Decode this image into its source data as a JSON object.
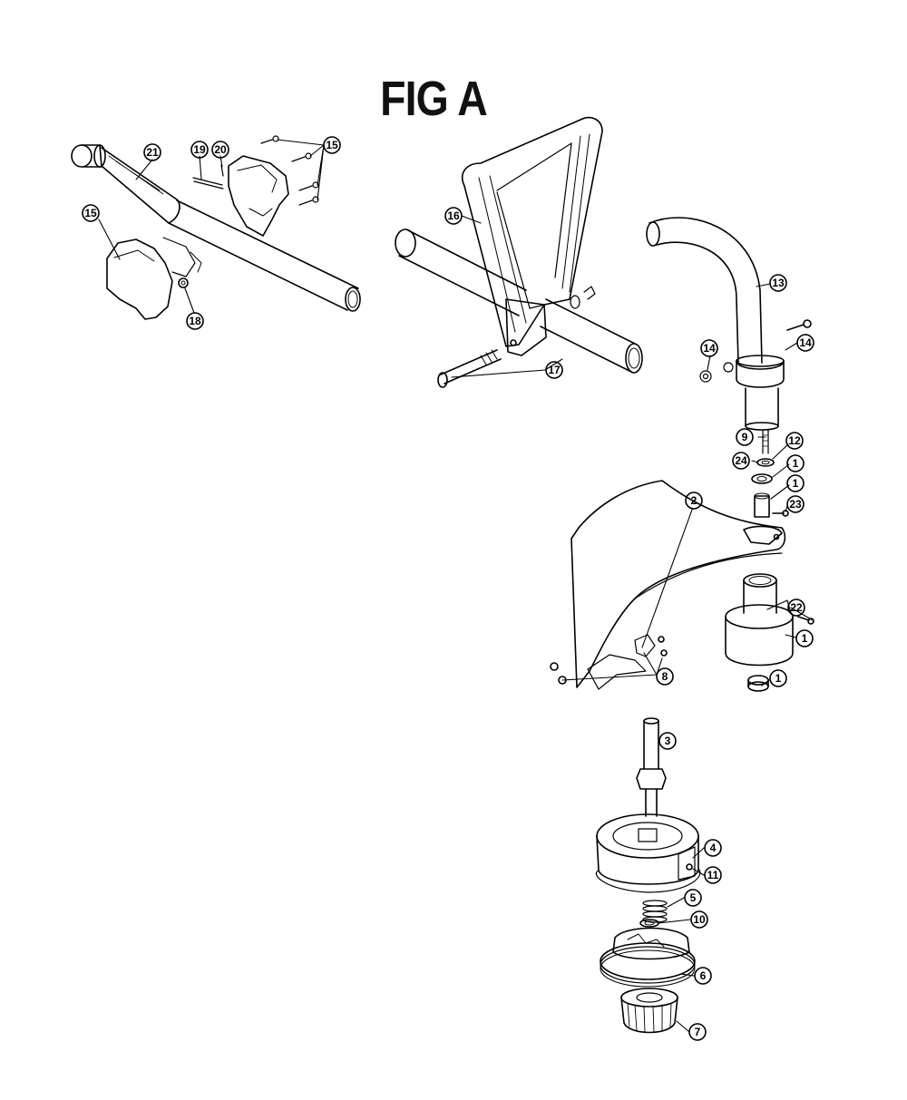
{
  "figure": {
    "title": "FIG A"
  },
  "callouts": [
    {
      "id": "c21",
      "label": "21"
    },
    {
      "id": "c19",
      "label": "19"
    },
    {
      "id": "c20",
      "label": "20"
    },
    {
      "id": "c15a",
      "label": "15"
    },
    {
      "id": "c15b",
      "label": "15"
    },
    {
      "id": "c18",
      "label": "18"
    },
    {
      "id": "c16",
      "label": "16"
    },
    {
      "id": "c17",
      "label": "17"
    },
    {
      "id": "c13",
      "label": "13"
    },
    {
      "id": "c14a",
      "label": "14"
    },
    {
      "id": "c14b",
      "label": "14"
    },
    {
      "id": "c9",
      "label": "9"
    },
    {
      "id": "c12",
      "label": "12"
    },
    {
      "id": "c24",
      "label": "24"
    },
    {
      "id": "c1a",
      "label": "1"
    },
    {
      "id": "c1b",
      "label": "1"
    },
    {
      "id": "c23",
      "label": "23"
    },
    {
      "id": "c2",
      "label": "2"
    },
    {
      "id": "c22",
      "label": "22"
    },
    {
      "id": "c1c",
      "label": "1"
    },
    {
      "id": "c8",
      "label": "8"
    },
    {
      "id": "c1d",
      "label": "1"
    },
    {
      "id": "c3",
      "label": "3"
    },
    {
      "id": "c4",
      "label": "4"
    },
    {
      "id": "c11",
      "label": "11"
    },
    {
      "id": "c5",
      "label": "5"
    },
    {
      "id": "c10",
      "label": "10"
    },
    {
      "id": "c6",
      "label": "6"
    },
    {
      "id": "c7",
      "label": "7"
    }
  ]
}
